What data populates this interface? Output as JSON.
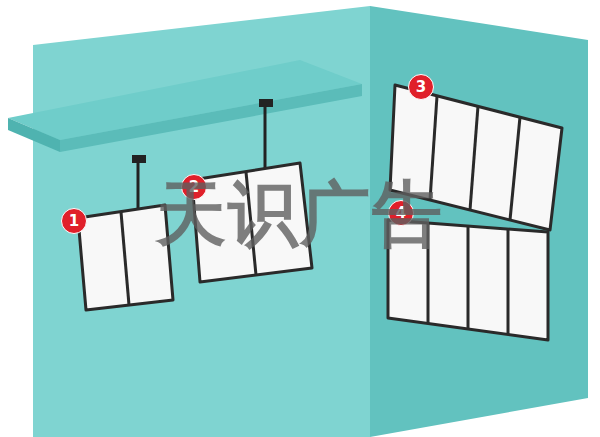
{
  "diagram": {
    "labels": [
      "1",
      "2",
      "3",
      "4",
      "天识广告"
    ]
  }
}
